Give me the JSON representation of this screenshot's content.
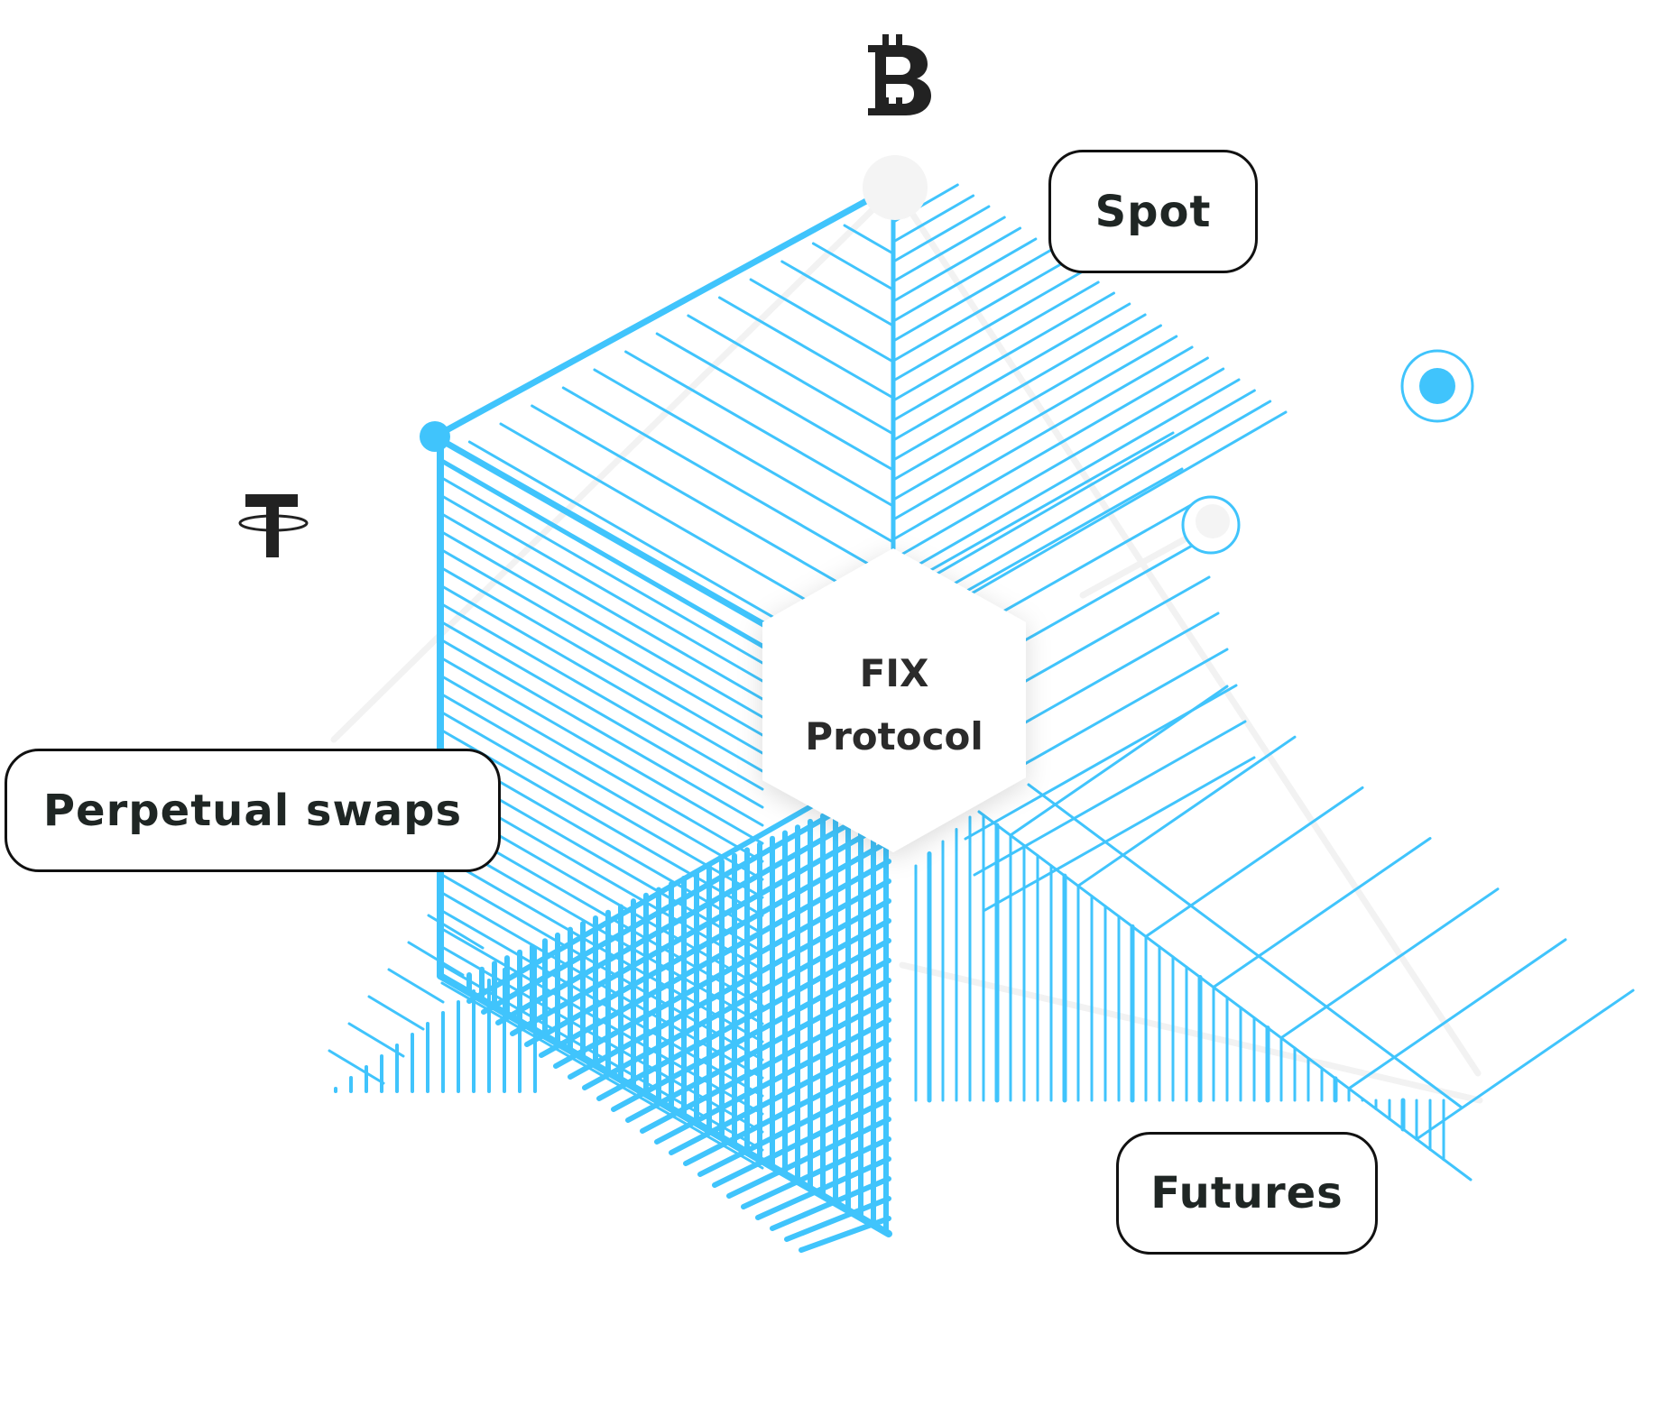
{
  "diagram": {
    "title_center_line1": "FIX",
    "title_center_line2": "Protocol",
    "labels": {
      "spot": "Spot",
      "perpetual_swaps": "Perpetual swaps",
      "futures": "Futures"
    },
    "icons": {
      "top": "bitcoin-icon",
      "left": "tether-icon",
      "right_target": "target-node-icon",
      "right_ring": "ring-node-icon"
    },
    "colors": {
      "accent": "#40c4fc",
      "text": "#1f2624",
      "icon": "#222222",
      "structure_gray": "#f2f2f2",
      "border": "#111111"
    }
  }
}
